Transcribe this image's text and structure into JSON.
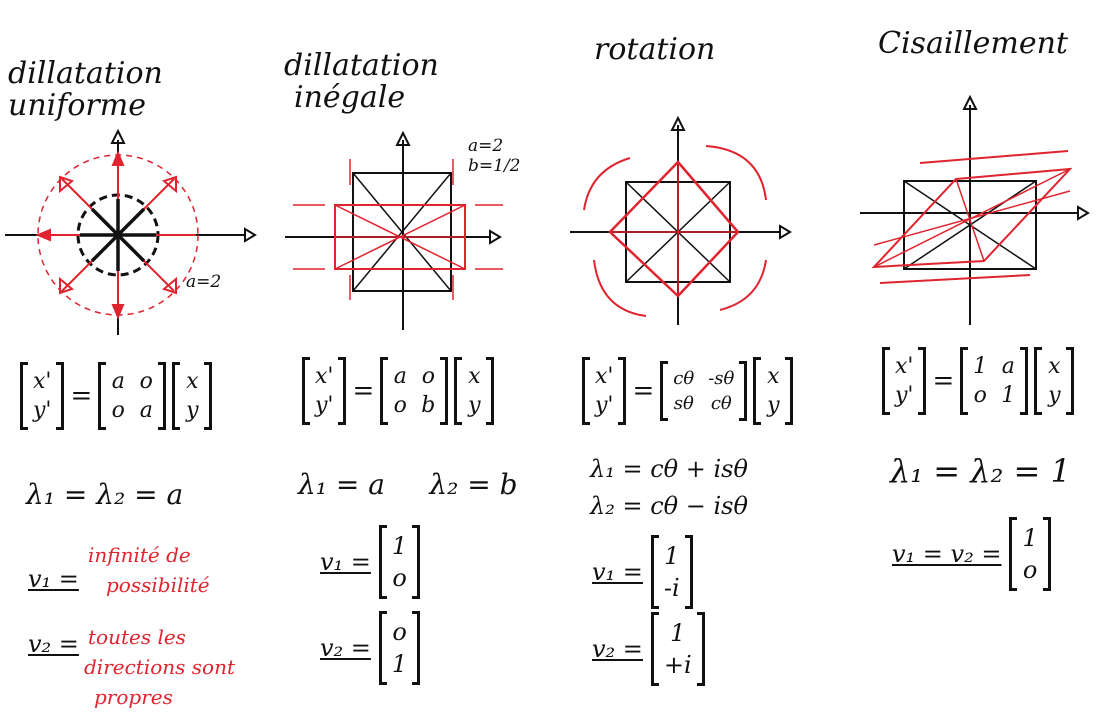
{
  "columns": [
    {
      "title_lines": [
        "dillatation",
        "uniforme"
      ],
      "param": "a=2",
      "matrix": [
        [
          "a",
          "o"
        ],
        [
          "o",
          "a"
        ]
      ],
      "lhs": [
        "x'",
        "y'"
      ],
      "rhs": [
        "x",
        "y"
      ],
      "eigenvalues": [
        "λ₁ = λ₂ = a"
      ],
      "v1_label": "v₁ =",
      "v1_note_lines": [
        "infinité de",
        "possibilité"
      ],
      "v2_label": "v₂ =",
      "v2_note_lines": [
        "toutes les",
        "directions sont",
        "propres"
      ]
    },
    {
      "title_lines": [
        "dillatation",
        "inégale"
      ],
      "param_lines": [
        "a=2",
        "b=1/2"
      ],
      "matrix": [
        [
          "a",
          "o"
        ],
        [
          "o",
          "b"
        ]
      ],
      "lhs": [
        "x'",
        "y'"
      ],
      "rhs": [
        "x",
        "y"
      ],
      "eigenvalues": [
        "λ₁ = a     λ₂ = b"
      ],
      "v1_label": "v₁ =",
      "v1_vec": [
        "1",
        "o"
      ],
      "v2_label": "v₂ =",
      "v2_vec": [
        "o",
        "1"
      ]
    },
    {
      "title_lines": [
        "rotation"
      ],
      "matrix": [
        [
          "cθ",
          "-sθ"
        ],
        [
          "sθ",
          "cθ"
        ]
      ],
      "lhs": [
        "x'",
        "y'"
      ],
      "rhs": [
        "x",
        "y"
      ],
      "eigenvalues": [
        "λ₁ = cθ + isθ",
        "λ₂ = cθ − isθ"
      ],
      "v1_label": "v₁ =",
      "v1_vec": [
        "1",
        "-i"
      ],
      "v2_label": "v₂ =",
      "v2_vec": [
        "1",
        "+i"
      ]
    },
    {
      "title_lines": [
        "Cisaillement"
      ],
      "matrix": [
        [
          "1",
          "a"
        ],
        [
          "o",
          "1"
        ]
      ],
      "lhs": [
        "x'",
        "y'"
      ],
      "rhs": [
        "x",
        "y"
      ],
      "eigenvalues": [
        "λ₁ = λ₂ = 1"
      ],
      "v1_label": "v₁ = v₂ =",
      "v1_vec": [
        "1",
        "o"
      ]
    }
  ],
  "colors": {
    "ink": "#111111",
    "red": "#e0242f"
  }
}
